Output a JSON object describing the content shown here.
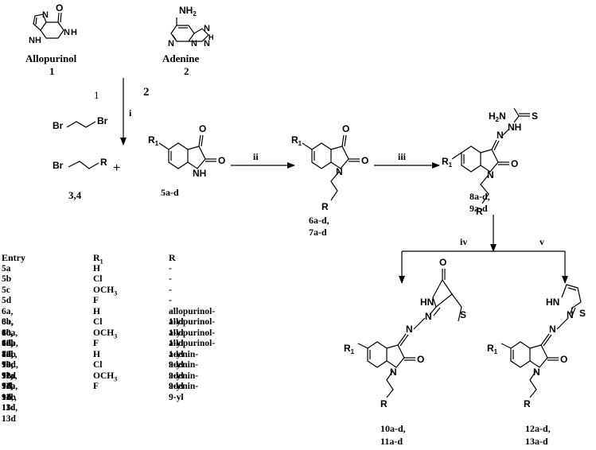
{
  "top": {
    "allopurinol_name": "Allopurinol",
    "allopurinol_num": "1",
    "adenine_name": "Adenine",
    "adenine_num": "2",
    "reagent_num_left": "1",
    "reagent_num_right": "2"
  },
  "steps": {
    "i": "i",
    "ii": "ii",
    "iii": "iii",
    "iv": "iv",
    "v": "v"
  },
  "compounds": {
    "c34": "3,4",
    "c5": "5a-d",
    "c6_line1": "6a-d,",
    "c6_line2": "7a-d",
    "c8_line1": "8a-d,",
    "c8_line2": "9a-d",
    "c10_line1": "10a-d,",
    "c10_line2": "11a-d",
    "c12_line1": "12a-d,",
    "c12_line2": "13a-d"
  },
  "atoms": {
    "O": "O",
    "N": "N",
    "H": "H",
    "NH": "NH",
    "HN": "HN",
    "R": "R",
    "R1": "R",
    "R1_sub": "1",
    "Br": "Br",
    "S": "S",
    "H2N": "H",
    "H2N_sub": "2",
    "H2N_N": "N",
    "NH2": "NH",
    "NH2_sub": "2",
    "plus": "+"
  },
  "table": {
    "headers": {
      "entry": "Entry",
      "r1": "R",
      "r1_sub": "1",
      "r": "R"
    },
    "rows": [
      {
        "entry": "5a",
        "r1": "H",
        "r": "- -"
      },
      {
        "entry": "5b",
        "r1": "Cl",
        "r": "- -"
      },
      {
        "entry": "5c",
        "r1": "OCH",
        "r1_sub": "3",
        "r": "- -"
      },
      {
        "entry": "5d",
        "r1": "F",
        "r": "- -"
      },
      {
        "entry": "6a, 8a, 10a, 12a",
        "r1": "H",
        "r": "allopurinol-1-yl"
      },
      {
        "entry": "6b, 8b, 10b, 12b",
        "r1": "Cl",
        "r": "allopurinol-1-yl"
      },
      {
        "entry": "6c, 8c,  10c, 12c",
        "r1": "OCH",
        "r1_sub": "3",
        "r": "allopurinol-1-yl"
      },
      {
        "entry": "6d, 8d, 10d, 12d",
        "r1": "F",
        "r": "allopurinol-1-yl"
      },
      {
        "entry": "7a, 9a, 11a, 13a",
        "r1": "H",
        "r": "adenin-9-yl"
      },
      {
        "entry": "7b, 9b, 11b, 13b",
        "r1": "Cl",
        "r": "adenin-9-yl"
      },
      {
        "entry": "7c, 9c, 11c,  13c",
        "r1": "OCH",
        "r1_sub": "3",
        "r": "adenin-9-yl"
      },
      {
        "entry": "7d, 9d, 11d, 13d",
        "r1": "F",
        "r": "adenin-9-yl"
      }
    ]
  }
}
